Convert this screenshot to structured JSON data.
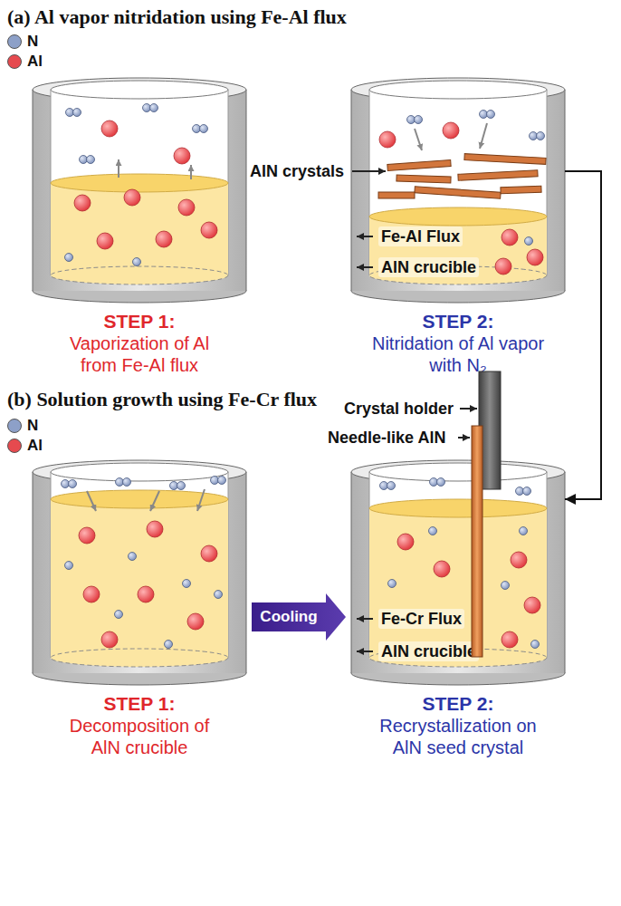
{
  "diagram": {
    "nodes": [
      {
        "text": [
          "STEP 1:",
          "Vaporization of Al from Fe-Al flux"
        ]
      },
      {
        "text": [
          "STEP 2:",
          "Nitridation of Al vapor with N₂"
        ]
      },
      {
        "text": [
          "STEP 1:",
          "Decomposition of AlN crucible"
        ]
      },
      {
        "text": [
          "STEP 2:",
          "Recrystallization on AlN seed crystal"
        ]
      }
    ],
    "edges": [
      {
        "from": 1,
        "to": 3,
        "arrow": "to"
      },
      {
        "from": 2,
        "to": 3,
        "label": "Cooling",
        "arrow": "to"
      }
    ],
    "labels": [
      "(a) Al vapor nitridation using Fe-Al flux",
      "AlN crystals",
      "Fe-Al Flux",
      "AlN crucible",
      "(b) Solution growth using Fe-Cr flux",
      "Crystal holder",
      "Needle-like AlN",
      "Fe-Cr Flux",
      "AlN crucible"
    ],
    "legend": [
      {
        "text": "N",
        "color": "#8da0c8"
      },
      {
        "text": "Al",
        "color": "#e64a4f"
      },
      {
        "text": "N",
        "color": "#8da0c8"
      },
      {
        "text": "Al",
        "color": "#e64a4f"
      }
    ]
  }
}
